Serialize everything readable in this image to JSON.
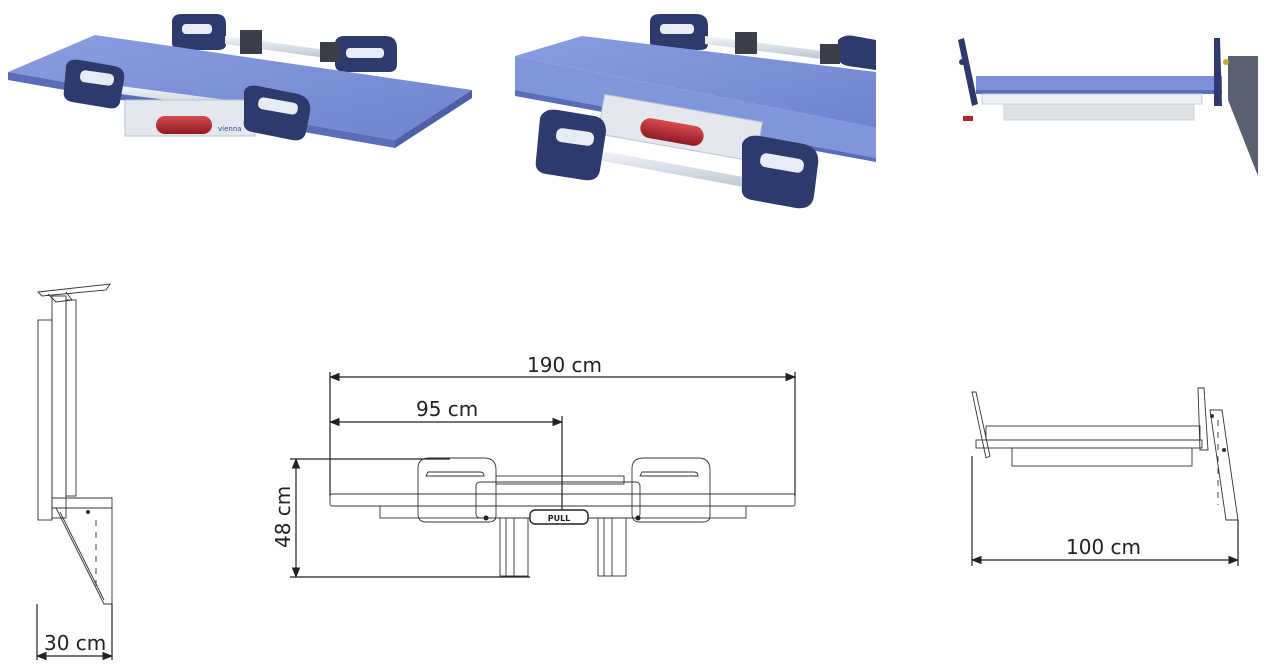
{
  "views": {
    "perspective_1": "",
    "perspective_2": "",
    "side_render": ""
  },
  "dimensions": {
    "wall_depth": "30 cm",
    "total_length": "190 cm",
    "half_length": "95 cm",
    "height": "48 cm",
    "width": "100 cm"
  },
  "labels": {
    "handle_brand": "vienna",
    "pull_label": "PULL"
  },
  "colors": {
    "tabletop": "#7b90d6",
    "tabletop_edge": "#5a6db8",
    "handle": "#2d3a6b",
    "handle_grip": "#e6ebf5",
    "red_pull": "#b8232f",
    "rail": "#dfe6ee",
    "wall": "#5b6070"
  }
}
